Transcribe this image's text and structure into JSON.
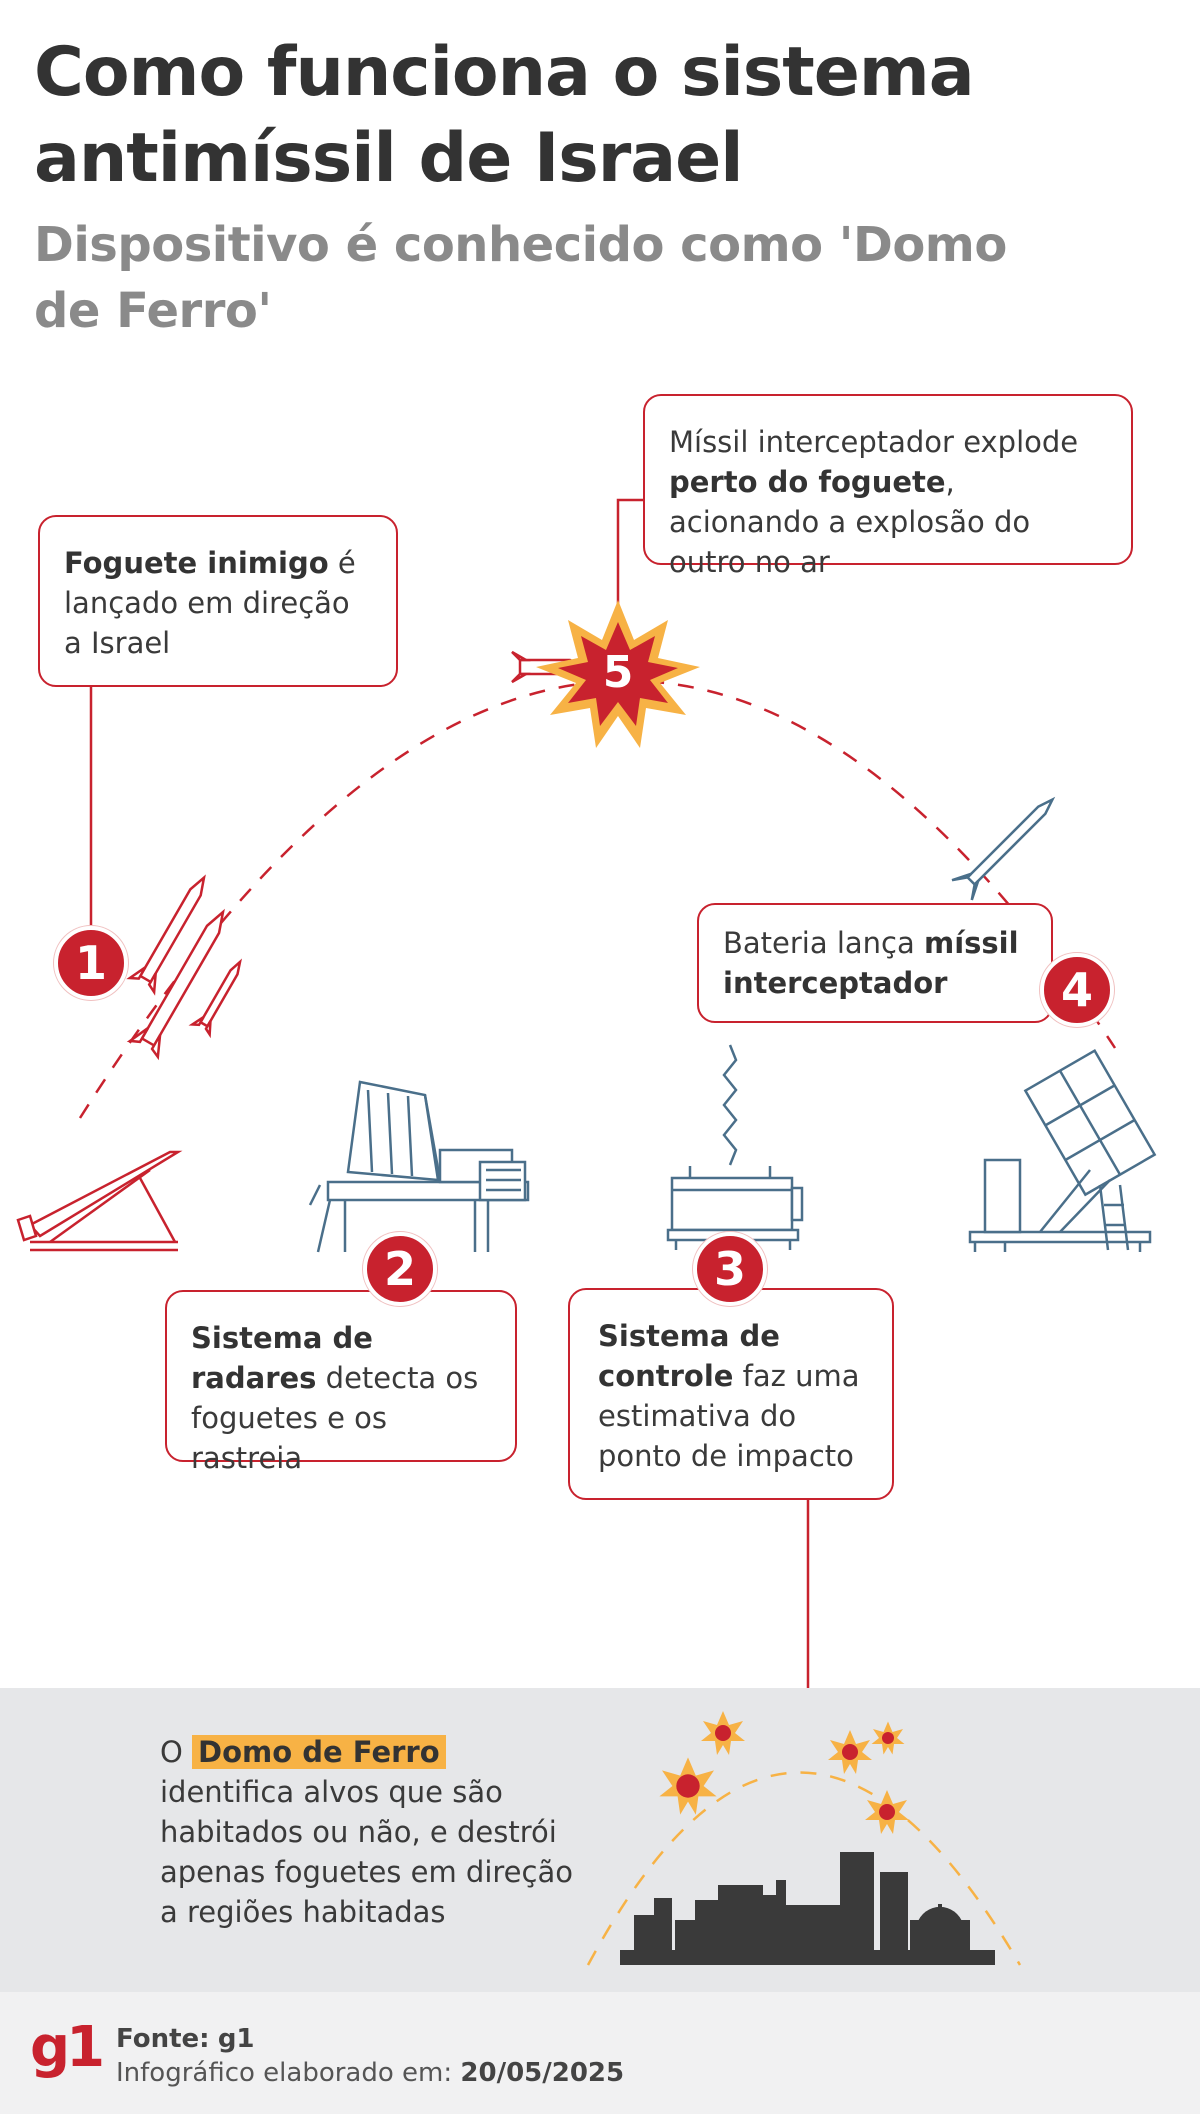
{
  "header": {
    "title": "Como funciona o sistema antimíssil de Israel",
    "subtitle": "Dispositivo é conhecido como 'Domo de Ferro'"
  },
  "steps": [
    {
      "number": "1",
      "bold": "Foguete inimigo",
      "text_after": " é lançado em direção a Israel"
    },
    {
      "number": "2",
      "bold": "Sistema de radares",
      "text_after": " detecta os foguetes e os rastreia"
    },
    {
      "number": "3",
      "bold": "Sistema de controle",
      "text_after": " faz uma estimativa do ponto de impacto"
    },
    {
      "number": "4",
      "text_before": "Bateria lança ",
      "bold": "míssil interceptador"
    },
    {
      "number": "5",
      "text_before": "Míssil interceptador explode ",
      "bold": "perto do foguete",
      "text_after": ", acionando a explosão do outro no ar"
    }
  ],
  "dome": {
    "prefix": "O ",
    "highlight": "Domo de Ferro",
    "text": "identifica alvos  que são habitados ou não, e destrói apenas foguetes em direção a regiões habitadas"
  },
  "footer": {
    "logo": "g1",
    "source_label": "Fonte:",
    "source_value": "g1",
    "date_label": "Infográfico elaborado em:",
    "date_value": "20/05/2025"
  },
  "colors": {
    "accent_red": "#c8222e",
    "equipment_blue": "#4a6f8a",
    "highlight_orange": "#f7b245",
    "panel_gray": "#e6e7e9"
  }
}
